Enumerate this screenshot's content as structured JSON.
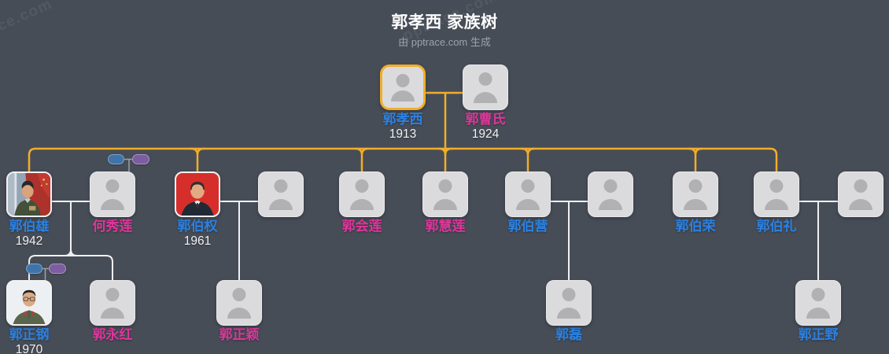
{
  "header": {
    "title": "郭孝西 家族树",
    "subtitle": "由 pptrace.com 生成"
  },
  "watermark": {
    "text": "pptrace.com"
  },
  "colors": {
    "background": "#474D57",
    "male_name": "#2B82E4",
    "female_name": "#E0369C",
    "year_text": "#F1F1F3",
    "highlight_line": "#F1AE2B",
    "normal_line": "#F1F1F3",
    "box_fill": "#DBDBDD",
    "selected_border": "#F1AE2B",
    "badge_blue": "#3E74A9",
    "badge_purple": "#7C5DA1"
  },
  "tree": {
    "persons": [
      {
        "name": "郭孝西",
        "year": "1913",
        "sex": "male",
        "photo": "placeholder",
        "selected": true
      },
      {
        "name": "郭曹氏",
        "year": "1924",
        "sex": "female",
        "photo": "placeholder",
        "selected": false
      },
      {
        "name": "郭伯雄",
        "year": "1942",
        "sex": "male",
        "photo": "portrait-military-flag",
        "selected": false
      },
      {
        "name": "何秀莲",
        "year": "",
        "sex": "female",
        "photo": "placeholder",
        "selected": false
      },
      {
        "name": "郭伯权",
        "year": "1961",
        "sex": "male",
        "photo": "portrait-red-background",
        "selected": false
      },
      {
        "name": "",
        "year": "",
        "sex": "unknown",
        "photo": "placeholder",
        "selected": false
      },
      {
        "name": "郭会莲",
        "year": "",
        "sex": "female",
        "photo": "placeholder",
        "selected": false
      },
      {
        "name": "郭慧莲",
        "year": "",
        "sex": "female",
        "photo": "placeholder",
        "selected": false
      },
      {
        "name": "郭伯营",
        "year": "",
        "sex": "male",
        "photo": "placeholder",
        "selected": false
      },
      {
        "name": "",
        "year": "",
        "sex": "unknown",
        "photo": "placeholder",
        "selected": false
      },
      {
        "name": "郭伯荣",
        "year": "",
        "sex": "male",
        "photo": "placeholder",
        "selected": false
      },
      {
        "name": "郭伯礼",
        "year": "",
        "sex": "male",
        "photo": "placeholder",
        "selected": false
      },
      {
        "name": "",
        "year": "",
        "sex": "unknown",
        "photo": "placeholder",
        "selected": false
      },
      {
        "name": "郭正钢",
        "year": "1970",
        "sex": "male",
        "photo": "portrait-uniform-glasses",
        "selected": false
      },
      {
        "name": "郭永红",
        "year": "",
        "sex": "female",
        "photo": "placeholder",
        "selected": false
      },
      {
        "name": "郭正颖",
        "year": "",
        "sex": "female",
        "photo": "placeholder",
        "selected": false
      },
      {
        "name": "郭磊",
        "year": "",
        "sex": "male",
        "photo": "placeholder",
        "selected": false
      },
      {
        "name": "郭正野",
        "year": "",
        "sex": "male",
        "photo": "placeholder",
        "selected": false
      }
    ],
    "families": [
      {
        "parents": [
          "郭孝西",
          "郭曹氏"
        ],
        "children": [
          "郭伯雄",
          "郭伯权",
          "郭会莲",
          "郭慧莲",
          "郭伯营",
          "郭伯荣",
          "郭伯礼"
        ],
        "highlighted": true
      },
      {
        "parents": [
          "郭伯雄",
          "何秀莲"
        ],
        "children": [
          "郭正钢",
          "郭永红"
        ],
        "highlighted": false
      },
      {
        "parents": [
          "郭伯权",
          ""
        ],
        "children": [
          "郭正颖"
        ],
        "highlighted": false
      },
      {
        "parents": [
          "郭伯营",
          ""
        ],
        "children": [
          "郭磊"
        ],
        "highlighted": false
      },
      {
        "parents": [
          "郭伯礼",
          ""
        ],
        "children": [
          "郭正野"
        ],
        "highlighted": false
      }
    ]
  }
}
